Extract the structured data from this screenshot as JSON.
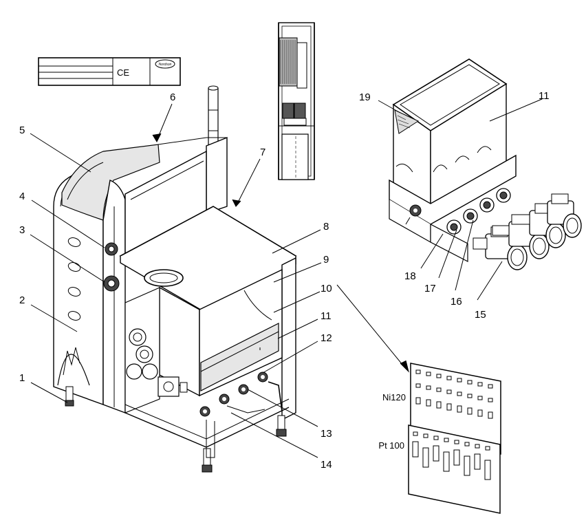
{
  "diagram": {
    "callouts": [
      "1",
      "2",
      "3",
      "4",
      "5",
      "6",
      "7",
      "8",
      "9",
      "10",
      "11",
      "12",
      "13",
      "14",
      "11",
      "15",
      "16",
      "17",
      "18",
      "19"
    ],
    "nameplate": {
      "ce_mark": "CE",
      "logo": "Nordson"
    },
    "sensor_boards": [
      {
        "label": "Ni120"
      },
      {
        "label": "Pt 100"
      }
    ]
  }
}
